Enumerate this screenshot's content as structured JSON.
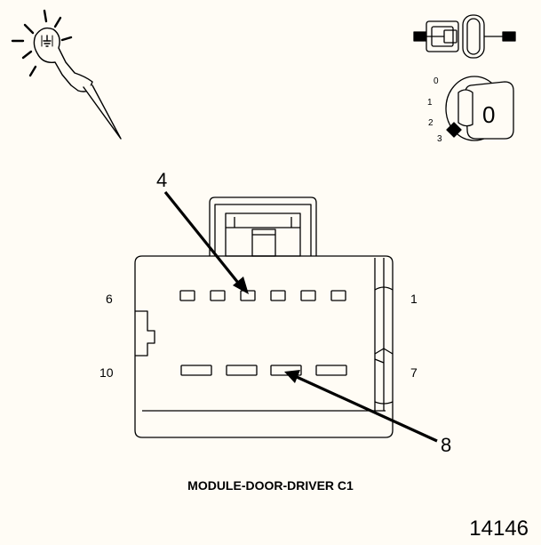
{
  "diagram": {
    "caption": "MODULE-DOOR-DRIVER C1",
    "figure_number": "14146",
    "pin_numbers": {
      "top_left": "6",
      "top_right": "1",
      "bottom_left": "10",
      "bottom_right": "7"
    },
    "callouts": {
      "upper": "4",
      "lower": "8"
    },
    "ignition_key": {
      "positions": [
        "3",
        "2",
        "1",
        "0"
      ],
      "key_face": "0"
    },
    "icons": [
      "test-probe-light-icon",
      "disconnected-connector-icon",
      "ignition-key-icon"
    ],
    "colors": {
      "background": "#FFFCF5",
      "line": "#000000"
    }
  }
}
